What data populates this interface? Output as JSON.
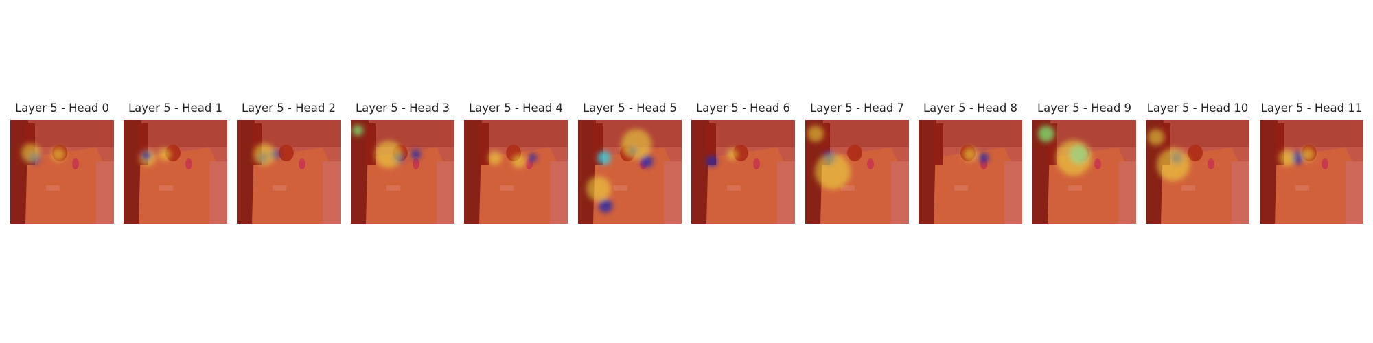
{
  "figure": {
    "panels": [
      {
        "title": "Layer 5 - Head 0",
        "pattern": "focus-left"
      },
      {
        "title": "Layer 5 - Head 1",
        "pattern": "focus-left-wide"
      },
      {
        "title": "Layer 5 - Head 2",
        "pattern": "focus-left-center"
      },
      {
        "title": "Layer 5 - Head 3",
        "pattern": "center-spread"
      },
      {
        "title": "Layer 5 - Head 4",
        "pattern": "right-objects"
      },
      {
        "title": "Layer 5 - Head 5",
        "pattern": "scattered"
      },
      {
        "title": "Layer 5 - Head 6",
        "pattern": "focus-left-small"
      },
      {
        "title": "Layer 5 - Head 7",
        "pattern": "diffuse-yellow"
      },
      {
        "title": "Layer 5 - Head 8",
        "pattern": "focus-right"
      },
      {
        "title": "Layer 5 - Head 9",
        "pattern": "cyan-center"
      },
      {
        "title": "Layer 5 - Head 10",
        "pattern": "focus-center-yellow"
      },
      {
        "title": "Layer 5 - Head 11",
        "pattern": "focus-center"
      }
    ],
    "colors": {
      "heat_low": "#d43a1c",
      "heat_mid": "#f2e33a",
      "heat_high": "#2a2aa0",
      "table": "#cf7a4e",
      "wall": "#b86a62",
      "shadow": "#5a1412"
    }
  }
}
